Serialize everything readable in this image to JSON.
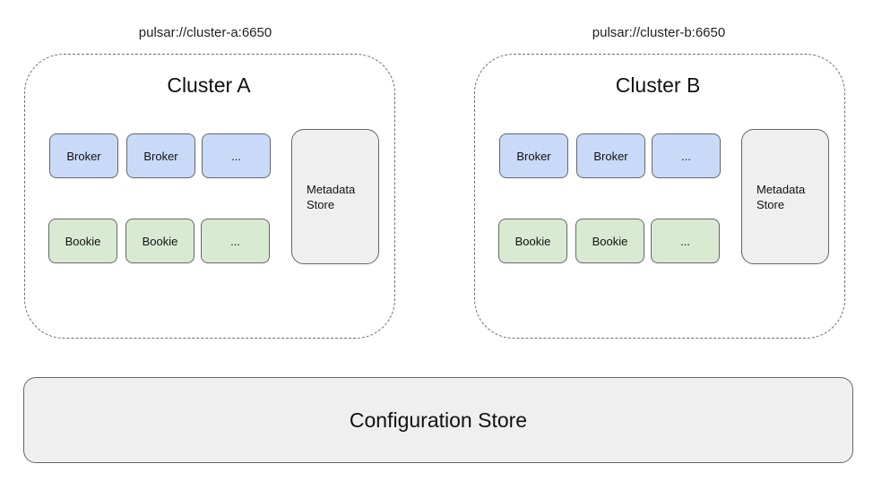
{
  "clusters": [
    {
      "url": "pulsar://cluster-a:6650",
      "title": "Cluster A",
      "brokers": [
        "Broker",
        "Broker",
        "..."
      ],
      "bookies": [
        "Bookie",
        "Bookie",
        "..."
      ],
      "metadata_store": "Metadata Store"
    },
    {
      "url": "pulsar://cluster-b:6650",
      "title": "Cluster B",
      "brokers": [
        "Broker",
        "Broker",
        "..."
      ],
      "bookies": [
        "Bookie",
        "Bookie",
        "..."
      ],
      "metadata_store": "Metadata Store"
    }
  ],
  "configuration_store": "Configuration Store",
  "colors": {
    "broker_fill": "#c9daf8",
    "bookie_fill": "#d9ead3",
    "store_fill": "#efefef",
    "border": "#666666"
  }
}
